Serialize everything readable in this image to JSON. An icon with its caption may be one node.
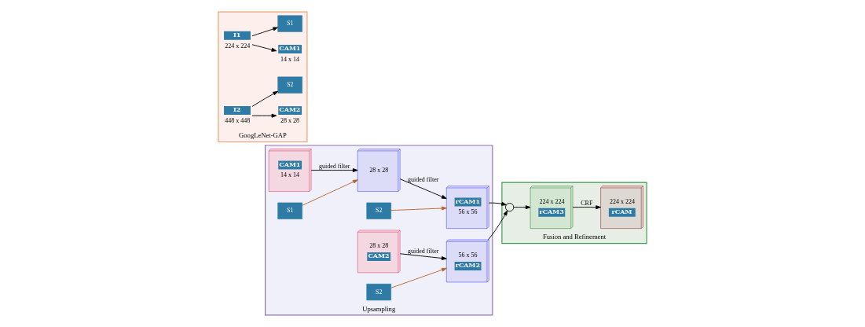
{
  "diagram": {
    "nodes": [
      {
        "text": [
          "GoogLeNet-GAP"
        ]
      },
      {
        "text": [
          "I1"
        ],
        "in": 0,
        "beside": [
          "224 x 224"
        ]
      },
      {
        "text": [
          "CAM1"
        ],
        "in": 0,
        "beside": [
          "14 x 14"
        ]
      },
      {
        "text": [
          "S1"
        ],
        "in": 0
      },
      {
        "text": [
          "I2"
        ],
        "in": 0,
        "beside": [
          "448 x 448"
        ]
      },
      {
        "text": [
          "CAM2"
        ],
        "in": 0,
        "beside": [
          "28 x 28"
        ]
      },
      {
        "text": [
          "S2"
        ],
        "in": 0
      },
      {
        "text": [
          "Upsampling"
        ]
      },
      {
        "text": [
          "CAM1",
          "14 x 14"
        ],
        "in": 7
      },
      {
        "text": [
          "S1"
        ],
        "in": 7
      },
      {
        "text": [
          "28 x 28"
        ],
        "in": 7
      },
      {
        "text": [
          "S2"
        ],
        "in": 7
      },
      {
        "text": [
          "rCAM1",
          "56 x 56"
        ],
        "in": 7
      },
      {
        "text": [
          "28 x 28",
          "CAM2"
        ],
        "in": 7
      },
      {
        "text": [
          "S2"
        ],
        "in": 7
      },
      {
        "text": [
          "56 x 56",
          "rCAM2"
        ],
        "in": 7
      },
      {
        "text": [
          "Fusion and Refinement"
        ]
      },
      {
        "text": [],
        "shape": "circle",
        "in": 16
      },
      {
        "text": [
          "224 x 224",
          "rCAM3"
        ],
        "in": 16
      },
      {
        "text": [
          "224 x 224",
          "rCAM"
        ],
        "in": 16
      }
    ],
    "edges": [
      {
        "from": 1,
        "to": 2,
        "arrow": "to"
      },
      {
        "from": 1,
        "to": 3,
        "arrow": "to"
      },
      {
        "from": 4,
        "to": 5,
        "arrow": "to"
      },
      {
        "from": 4,
        "to": 6,
        "arrow": "to"
      },
      {
        "from": 8,
        "to": 10,
        "arrow": "to",
        "label": "guided filter"
      },
      {
        "from": 9,
        "to": 10,
        "arrow": "to",
        "color": "#b8642a"
      },
      {
        "from": 10,
        "to": 12,
        "arrow": "to",
        "label": "guided filter"
      },
      {
        "from": 11,
        "to": 12,
        "arrow": "to",
        "color": "#b8642a"
      },
      {
        "from": 13,
        "to": 15,
        "arrow": "to",
        "label": "guided filter"
      },
      {
        "from": 14,
        "to": 15,
        "arrow": "to",
        "color": "#b8642a"
      },
      {
        "from": 12,
        "to": 17,
        "arrow": "to"
      },
      {
        "from": 15,
        "to": 17,
        "arrow": "to"
      },
      {
        "from": 17,
        "to": 18,
        "arrow": "to"
      },
      {
        "from": 18,
        "to": 19,
        "arrow": "to",
        "label": "CRF"
      }
    ]
  }
}
